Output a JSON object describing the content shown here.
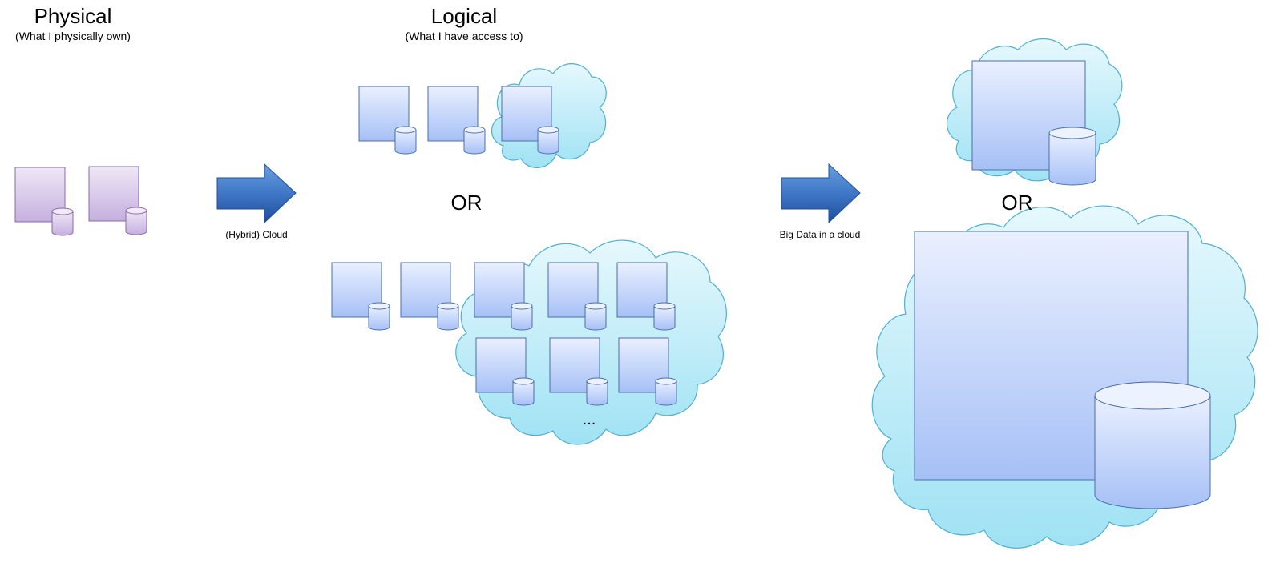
{
  "sections": {
    "physical": {
      "title": "Physical",
      "subtitle": "(What I physically own)"
    },
    "logical": {
      "title": "Logical",
      "subtitle": "(What I have access to)"
    }
  },
  "arrows": {
    "hybrid": {
      "label": "(Hybrid) Cloud"
    },
    "bigdata": {
      "label": "Big Data in a cloud"
    }
  },
  "separators": {
    "logical_or": "OR",
    "bigdata_or": "OR"
  },
  "ellipsis": "...",
  "colors": {
    "physical_fill_top": "#ede6f5",
    "physical_fill_bottom": "#c9b3e0",
    "physical_stroke": "#8a6aa8",
    "logical_fill_top": "#e9efff",
    "logical_fill_bottom": "#a9c2f7",
    "logical_stroke": "#4a6fa8",
    "cloud_fill_top": "#e3f7fd",
    "cloud_fill_bottom": "#a2e3f4",
    "cloud_stroke": "#4fb0cf",
    "arrow_light": "#5b8fd6",
    "arrow_dark": "#1f4f9c"
  }
}
